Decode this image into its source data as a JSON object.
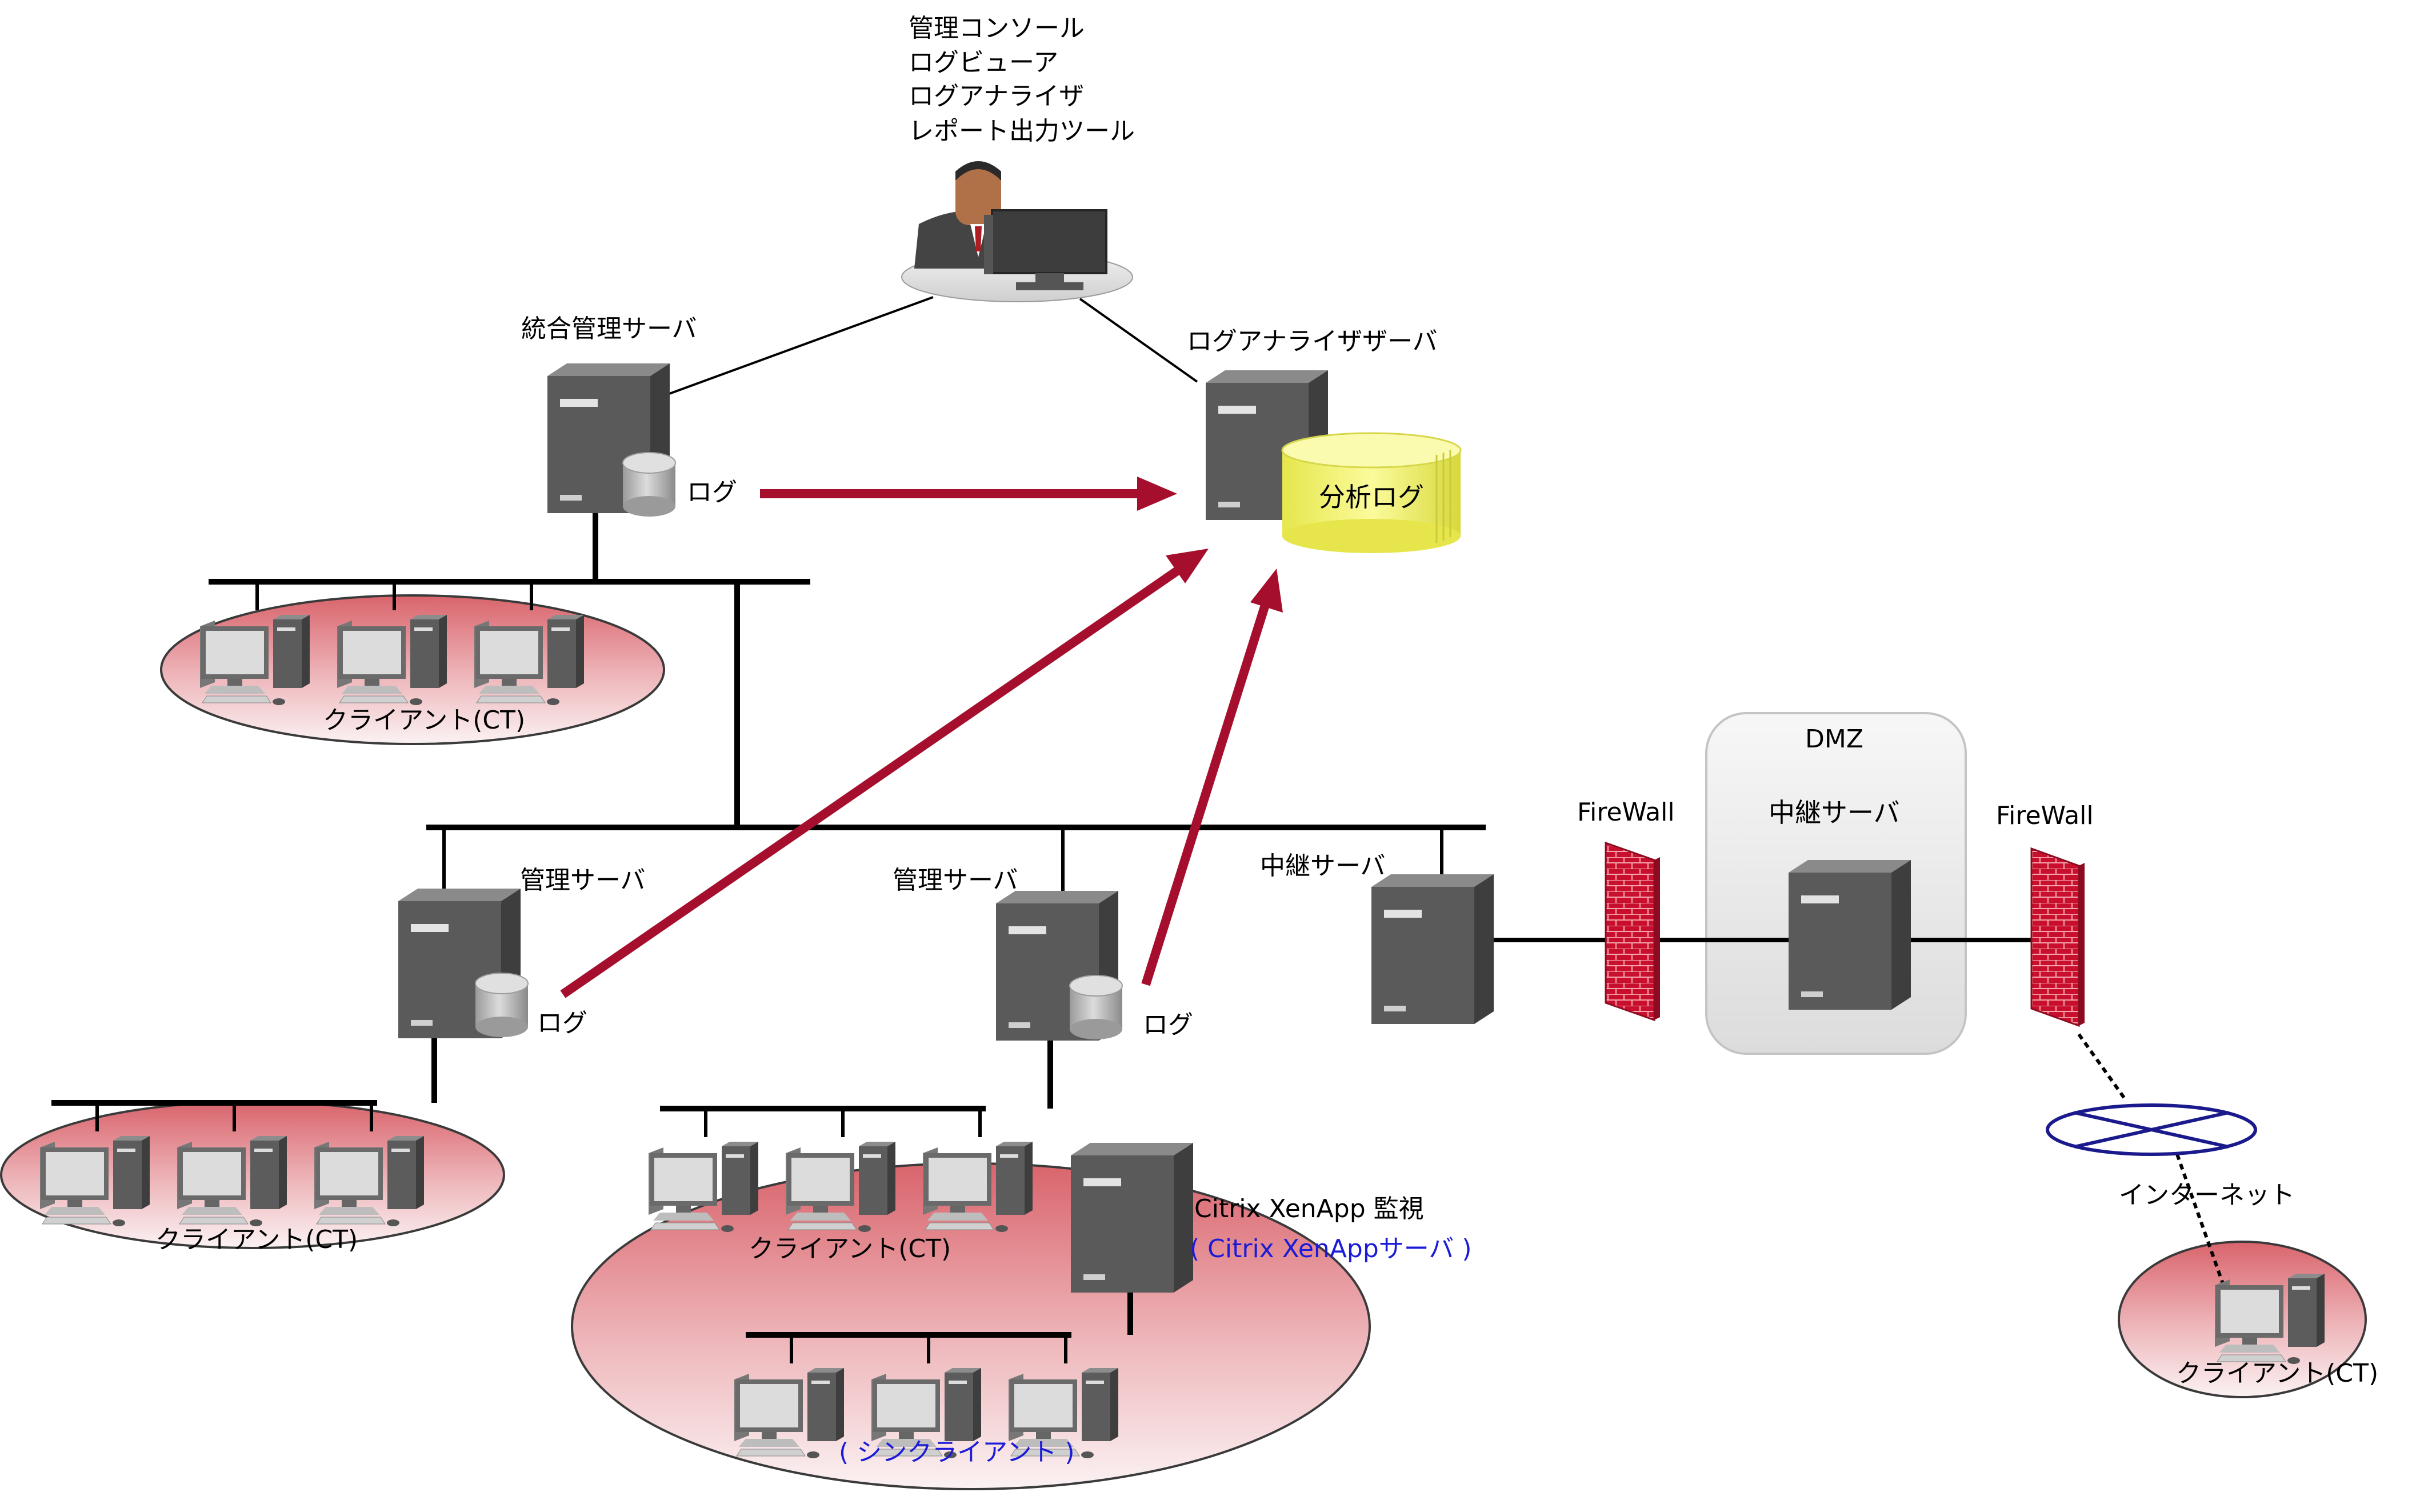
{
  "admin": {
    "tools": [
      "管理コンソール",
      "ログビューア",
      "ログアナライザ",
      "レポート出力ツール"
    ]
  },
  "servers": {
    "integrated": "統合管理サーバ",
    "log_analyzer": "ログアナライザザーバ",
    "mgmt_left": "管理サーバ",
    "mgmt_center": "管理サーバ",
    "relay": "中継サーバ",
    "dmz_relay": "中継サーバ",
    "citrix_title": "Citrix XenApp 監視",
    "citrix_sub": "( Citrix XenAppサーバ )"
  },
  "labels": {
    "log": "ログ",
    "analysis_log": "分析ログ",
    "client_group": "クライアント(CT)",
    "thin_client": "( シンクライアント )",
    "dmz": "DMZ",
    "firewall": "FireWall",
    "internet": "インターネット"
  },
  "colors": {
    "arrow": "#a50f2d",
    "client_ellipse_top": "#d9646c",
    "client_ellipse_bottom": "#fbf2f3",
    "server": "#555555",
    "analysis_db": "#f2f27a",
    "firewall": "#c8102e",
    "internet": "#1a1a8c"
  }
}
